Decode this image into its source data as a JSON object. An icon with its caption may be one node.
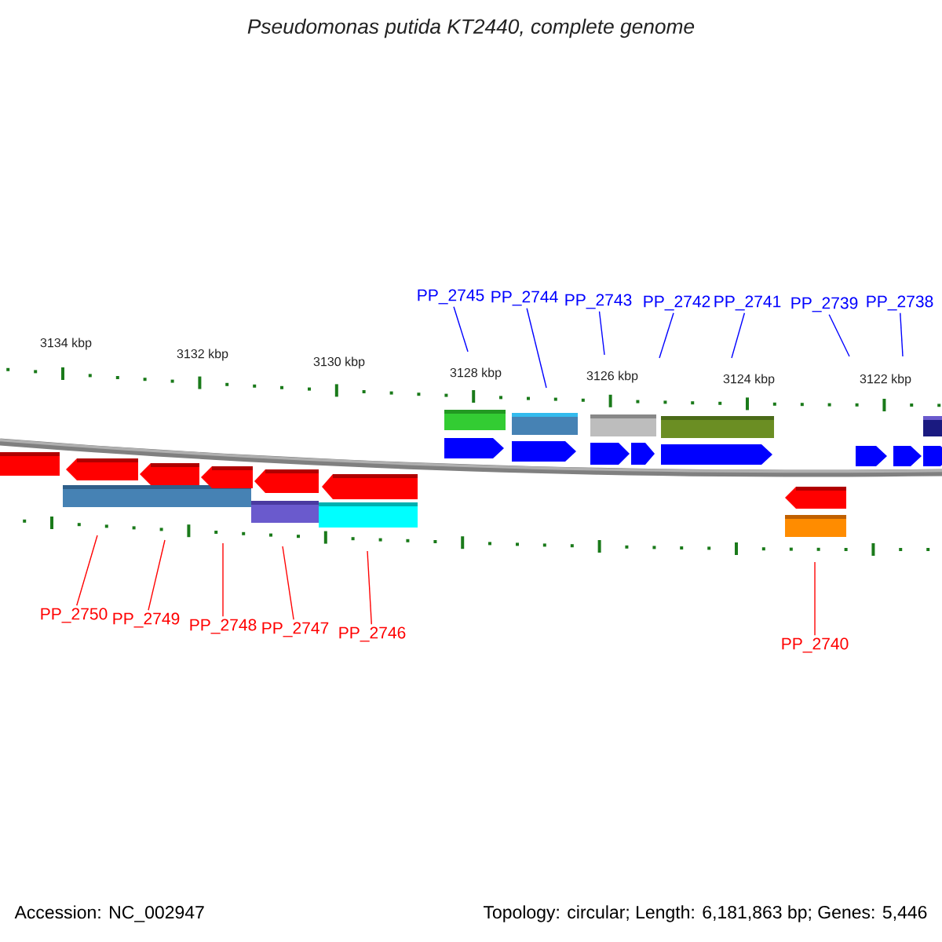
{
  "diagram": {
    "title": "Pseudomonas putida KT2440, complete genome",
    "nodes": [
      {
        "text": [
          "PP_2745"
        ]
      },
      {
        "text": [
          "PP_2744"
        ]
      },
      {
        "text": [
          "PP_2743"
        ]
      },
      {
        "text": [
          "PP_2742"
        ]
      },
      {
        "text": [
          "PP_2741"
        ]
      },
      {
        "text": [
          "PP_2739"
        ]
      },
      {
        "text": [
          "PP_2738"
        ]
      },
      {
        "text": [
          "PP_2750"
        ]
      },
      {
        "text": [
          "PP_2749"
        ]
      },
      {
        "text": [
          "PP_2748"
        ]
      },
      {
        "text": [
          "PP_2747"
        ]
      },
      {
        "text": [
          "PP_2746"
        ]
      },
      {
        "text": [
          "PP_2740"
        ]
      }
    ],
    "edges": [
      {
        "from": 0,
        "to": null,
        "arrow": "none"
      },
      {
        "from": 1,
        "to": null,
        "arrow": "none"
      },
      {
        "from": 2,
        "to": null,
        "arrow": "none"
      },
      {
        "from": 3,
        "to": null,
        "arrow": "none"
      },
      {
        "from": 4,
        "to": null,
        "arrow": "none"
      },
      {
        "from": 5,
        "to": null,
        "arrow": "none"
      },
      {
        "from": 6,
        "to": null,
        "arrow": "none"
      },
      {
        "from": 7,
        "to": null,
        "arrow": "none",
        "color": "#ff0000"
      },
      {
        "from": 8,
        "to": null,
        "arrow": "none",
        "color": "#ff0000"
      },
      {
        "from": 9,
        "to": null,
        "arrow": "none",
        "color": "#ff0000"
      },
      {
        "from": 10,
        "to": null,
        "arrow": "none",
        "color": "#ff0000"
      },
      {
        "from": 11,
        "to": null,
        "arrow": "none",
        "color": "#ff0000"
      },
      {
        "from": 12,
        "to": null,
        "arrow": "none",
        "color": "#ff0000"
      }
    ],
    "labels": [
      "3134 kbp",
      "3132 kbp",
      "3130 kbp",
      "3128 kbp",
      "3126 kbp",
      "3124 kbp",
      "3122 kbp",
      "Accession: NC_002947",
      "Topology: circular; Length: 6,181,863 bp; Genes: 5,446"
    ]
  }
}
